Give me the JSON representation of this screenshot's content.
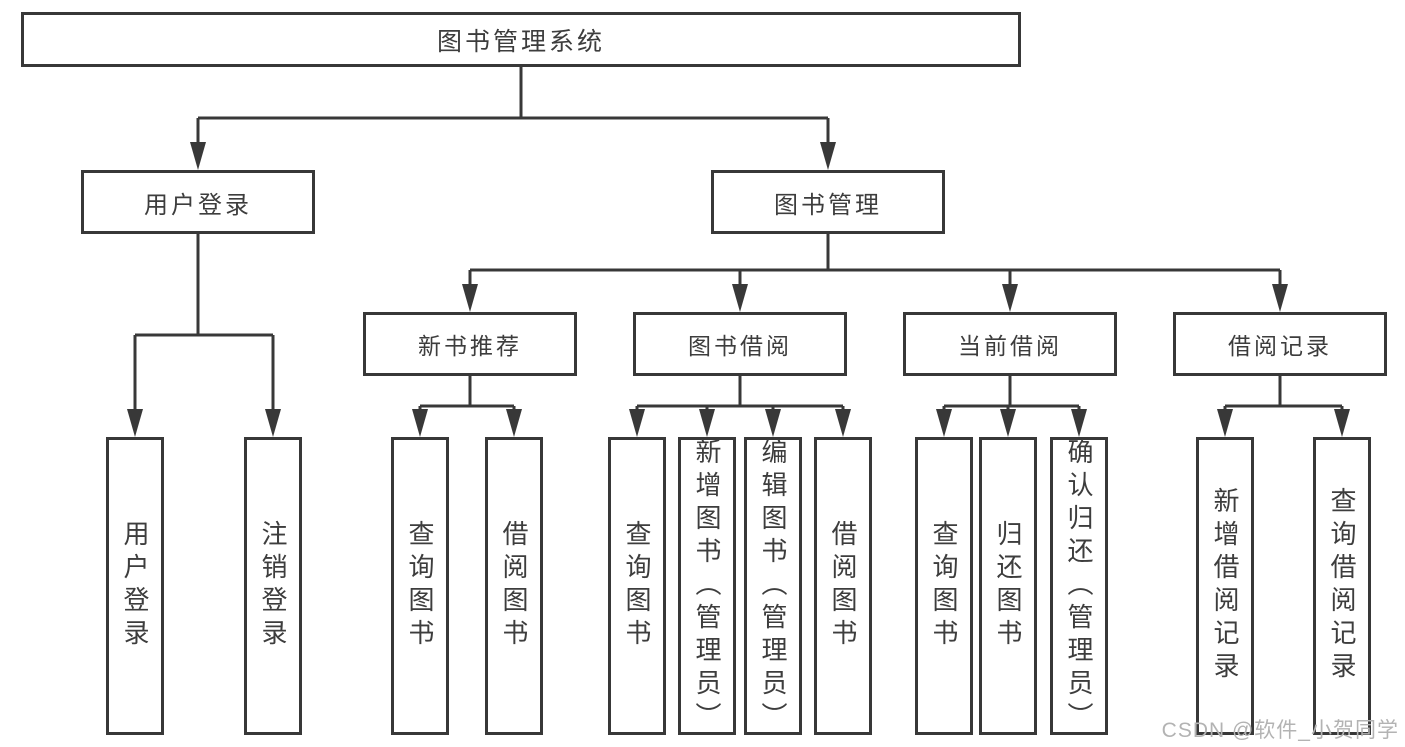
{
  "diagram": {
    "type": "tree",
    "tree": {
      "root": "图书管理系统",
      "children": [
        {
          "label": "用户登录",
          "children": [
            "用户登录",
            "注销登录"
          ]
        },
        {
          "label": "图书管理",
          "children": [
            {
              "label": "新书推荐",
              "children": [
                "查询图书",
                "借阅图书"
              ]
            },
            {
              "label": "图书借阅",
              "children": [
                "查询图书",
                "新增图书（管理员）",
                "编辑图书（管理员）",
                "借阅图书"
              ]
            },
            {
              "label": "当前借阅",
              "children": [
                "查询图书",
                "归还图书",
                "确认归还（管理员）"
              ]
            },
            {
              "label": "借阅记录",
              "children": [
                "新增借阅记录",
                "查询借阅记录"
              ]
            }
          ]
        }
      ]
    },
    "watermark": "CSDN @软件_小贺同学",
    "colors": {
      "line": "#383838",
      "text": "#3d3d3d",
      "watermark": "#b3b3b3",
      "background": "#ffffff"
    }
  }
}
